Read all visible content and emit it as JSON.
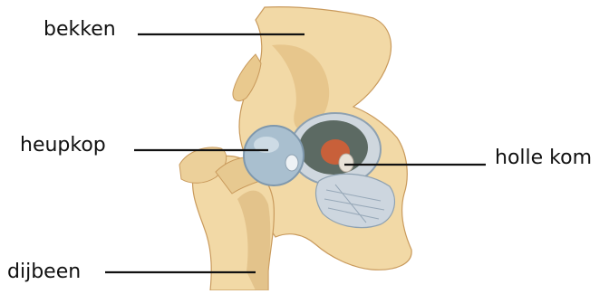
{
  "labels": {
    "pelvis": "bekken",
    "femoral_head": "heupkop",
    "socket": "holle kom",
    "femur": "dijbeen"
  },
  "colors": {
    "bone": "#f2d9a6",
    "bone_shadow": "#d8b47a",
    "bone_dark": "#b98a4e",
    "cartilage": "#a9bfcf",
    "cartilage_dark": "#7f98ad",
    "ligament": "#c9d3dc",
    "socket_inner": "#5c6a63",
    "marrow": "#c8603a",
    "leader": "#111111"
  }
}
